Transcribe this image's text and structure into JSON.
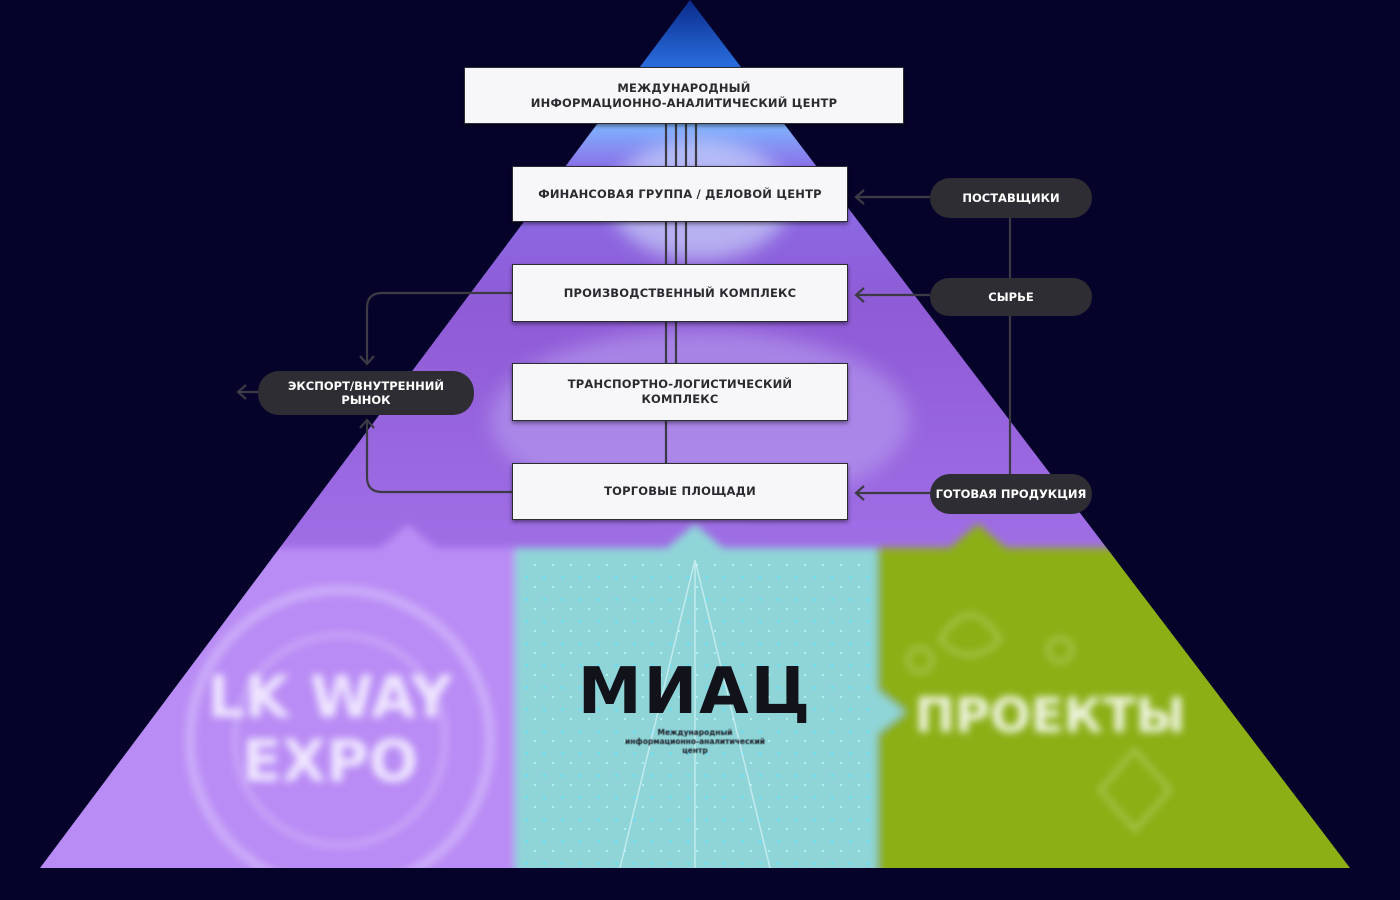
{
  "diagram": {
    "boxes": {
      "miac_center": "МЕЖДУНАРОДНЫЙ\nИНФОРМАЦИОННО-АНАЛИТИЧЕСКИЙ ЦЕНТР",
      "financial_group": "ФИНАНСОВАЯ ГРУППА / ДЕЛОВОЙ ЦЕНТР",
      "production_complex": "ПРОИЗВОДСТВЕННЫЙ КОМПЛЕКС",
      "transport_logistics": "ТРАНСПОРТНО-ЛОГИСТИЧЕСКИЙ\nКОМПЛЕКС",
      "trade_areas": "ТОРГОВЫЕ ПЛОЩАДИ"
    },
    "pills": {
      "suppliers": "ПОСТАВЩИКИ",
      "raw_materials": "СЫРЬЕ",
      "finished_products": "ГОТОВАЯ ПРОДУКЦИЯ",
      "export_market": "ЭКСПОРТ/ВНУТРЕННИЙ\nРЫНОК"
    }
  },
  "panels": {
    "left_label": "LK WAY\nEXPO",
    "center_title": "МИАЦ",
    "center_subtitle": "Международный\nинформационно-аналитический\nцентр",
    "right_label": "ПРОЕКТЫ"
  },
  "colors": {
    "background": "#06032a",
    "purple_panel": "#b98cf5",
    "cyan_panel": "#8fd5d8",
    "green_panel": "#8caf16",
    "pill": "#2e2d33",
    "connector": "#3c3a44"
  }
}
